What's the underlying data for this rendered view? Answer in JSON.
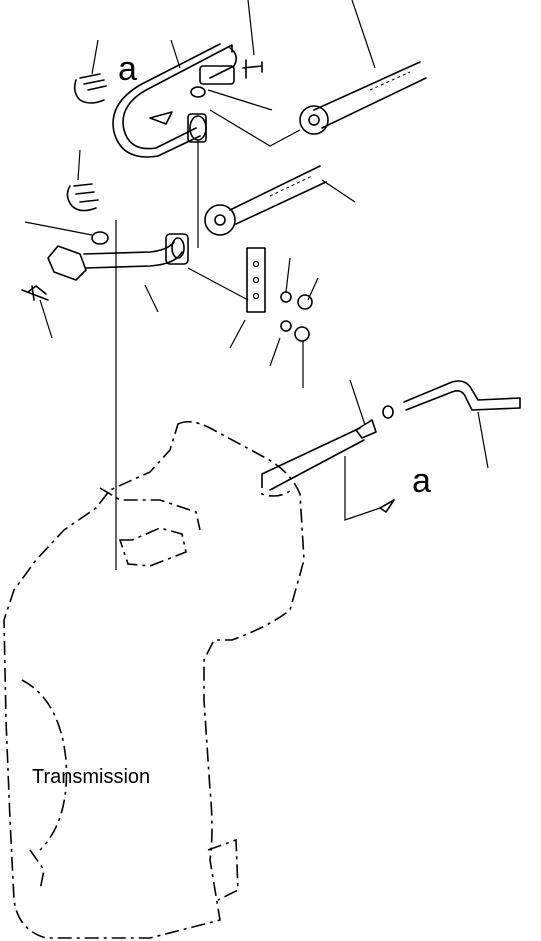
{
  "labels": {
    "transmission": "Transmission",
    "ref_top": "a",
    "ref_bottom": "a"
  }
}
